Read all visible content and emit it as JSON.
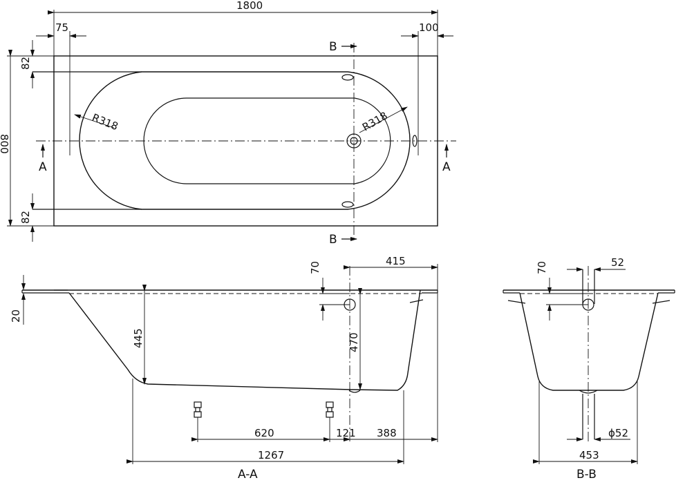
{
  "plan_view": {
    "overall_length": "1800",
    "rim_left": "75",
    "rim_right": "100",
    "overall_width": "800",
    "rim_top": "82",
    "rim_bottom": "82",
    "radius_left": "R318",
    "radius_right": "R318",
    "section_a": "A",
    "section_b": "B"
  },
  "section_a_a": {
    "rim_thickness": "20",
    "depth_left": "445",
    "overflow_height": "70",
    "overflow_offset": "415",
    "depth_right": "470",
    "feet_spacing": "620",
    "drain_offset": "121",
    "drain_to_end": "388",
    "base_length": "1267",
    "title": "A-A"
  },
  "section_b_b": {
    "overflow_height": "70",
    "overflow_diameter": "52",
    "drain_diameter": "ϕ52",
    "base_width": "453",
    "title": "B-B"
  }
}
